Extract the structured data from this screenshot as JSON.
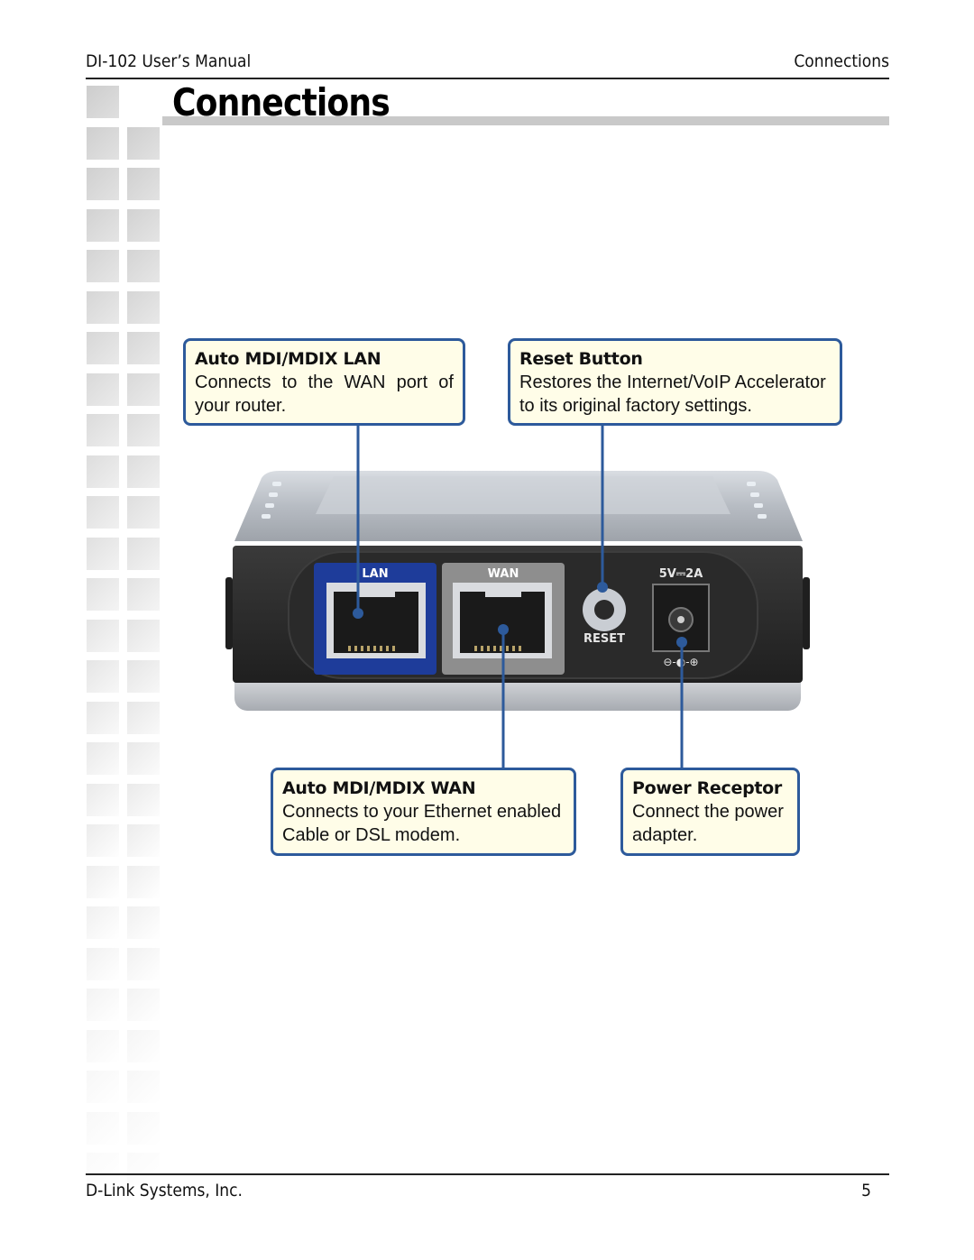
{
  "header": {
    "left": "DI-102 User’s Manual",
    "right": "Connections"
  },
  "page_title": "Connections",
  "callouts": {
    "lan": {
      "title": "Auto MDI/MDIX LAN",
      "text": "Connects to the WAN port of your router."
    },
    "reset": {
      "title": "Reset Button",
      "text": "Restores the Internet/VoIP Accelerator to its original factory settings."
    },
    "wan": {
      "title": "Auto MDI/MDIX WAN",
      "text": "Connects to your Ethernet enabled Cable or DSL modem."
    },
    "power": {
      "title": "Power Receptor",
      "text": "Connect the power adapter."
    }
  },
  "device": {
    "port_lan": "LAN",
    "port_wan": "WAN",
    "reset_label": "RESET",
    "power_rating": "5V⎓2A",
    "polarity": "⊖-◐-⊕",
    "colors": {
      "lan_frame": "#1e3c9a",
      "wan_frame": "#8e8e8e",
      "body": "#2c2c2c",
      "leader": "#2d5a9b"
    }
  },
  "footer": {
    "left": "D-Link Systems, Inc.",
    "page_number": "5"
  }
}
